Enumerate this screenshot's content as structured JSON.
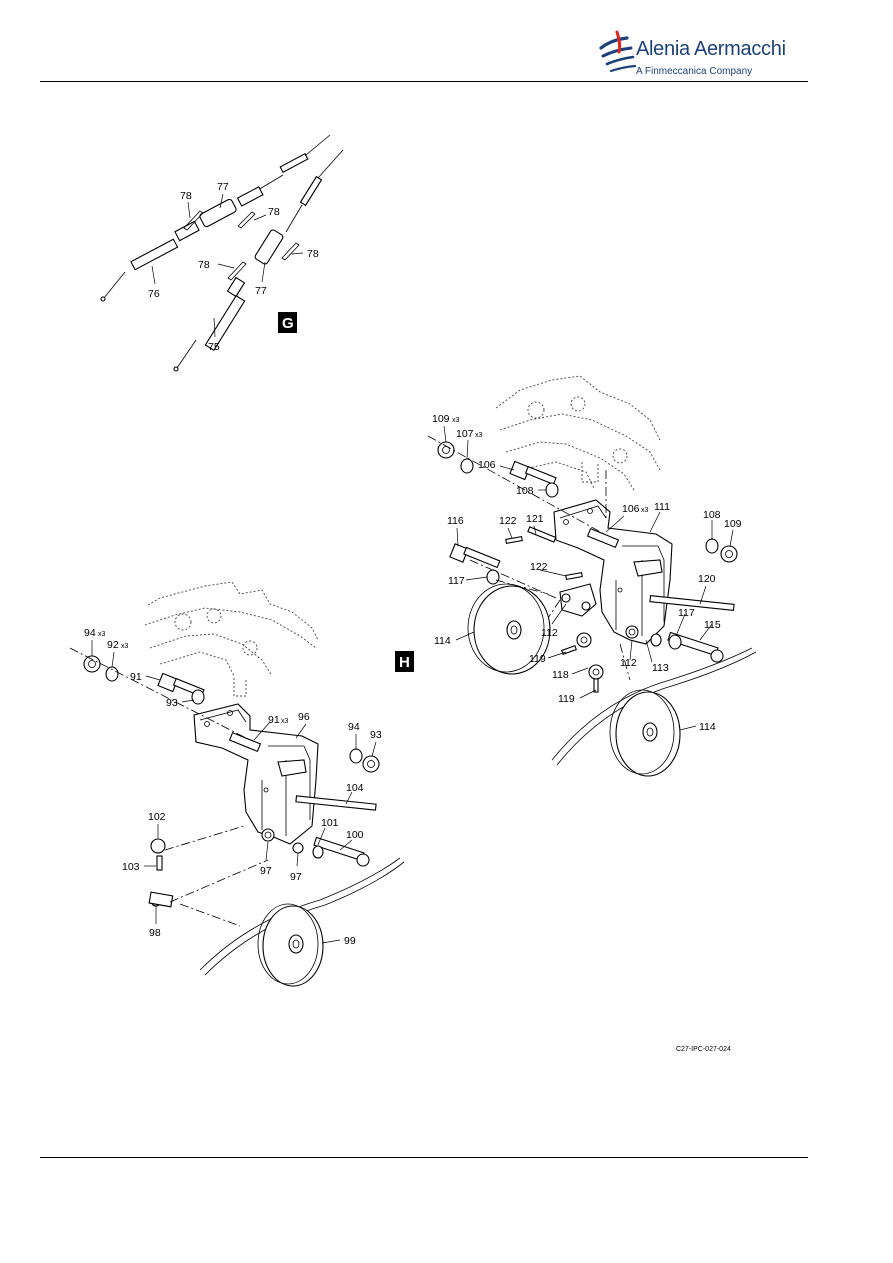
{
  "header": {
    "brand_name": "Alenia Aermacchi",
    "brand_subtitle": "A Finmeccanica Company",
    "logo_icon": "alenia-swoosh-icon",
    "brand_color": "#1d3f7a",
    "accent_color": "#e2231a"
  },
  "views": {
    "g": {
      "badge": "G"
    },
    "h": {
      "badge": "H"
    }
  },
  "callouts": {
    "g": [
      "78",
      "77",
      "78",
      "78",
      "78",
      "77",
      "76",
      "75"
    ],
    "left": [
      "94",
      "92",
      "91",
      "93",
      "91",
      "96",
      "94",
      "93",
      "104",
      "102",
      "101",
      "100",
      "103",
      "97",
      "97",
      "98",
      "99"
    ],
    "right": [
      "109",
      "107",
      "106",
      "108",
      "116",
      "122",
      "121",
      "106",
      "111",
      "108",
      "109",
      "122",
      "117",
      "120",
      "112",
      "117",
      "115",
      "114",
      "119",
      "112",
      "113",
      "118",
      "119",
      "114"
    ]
  },
  "quantity_marks": {
    "q94": "x3",
    "q92": "x3",
    "q91": "x3",
    "q109": "x3",
    "q107": "x3",
    "q106": "x3"
  },
  "drawing_reference": "C27-IPC-027-024"
}
